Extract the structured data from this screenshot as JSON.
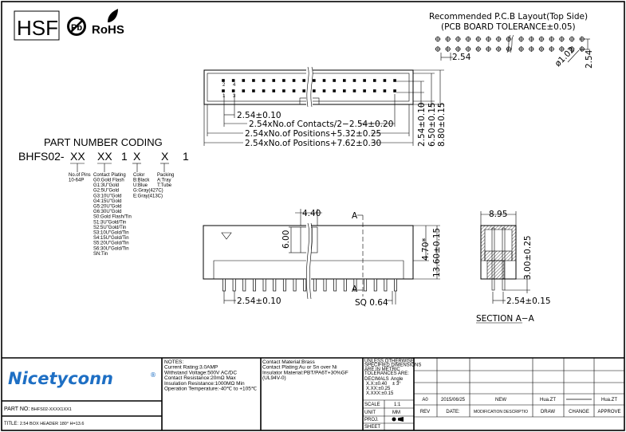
{
  "logos": {
    "hsf": "HSF",
    "pb": "Pb",
    "rohs": "RoHS",
    "brand": "Nicetyconn",
    "brand_color": "#1e6fc4"
  },
  "part_coding": {
    "title": "PART NUMBER CODING",
    "code": [
      "BHFS02-",
      "XX",
      "XX",
      "1",
      "X",
      "X",
      "1"
    ],
    "pins": {
      "title": "No.of Pins",
      "values": [
        "10-64P"
      ]
    },
    "plating": {
      "title": "Contact Plating",
      "values": [
        "G0:Gold Flash",
        "G1:3U\"Gold",
        "G2:5U\"Gold",
        "G3:10U\"Gold",
        "G4:15U\"Gold",
        "G5:20U\"Gold",
        "G6:30U\"Gold",
        "S0:Gold Flash/Tin",
        "S1:3U\"Gold/Tin",
        "S2:5U\"Gold/Tin",
        "S3:10U\"Gold/Tin",
        "S4:15U\"Gold/Tin",
        "S5:20U\"Gold/Tin",
        "S6:30U\"Gold/Tin",
        "SN:Tin"
      ]
    },
    "color": {
      "title": "Color",
      "values": [
        "B:Black",
        "U:Blue",
        "G:Gray(427C)",
        "E:Gray(413C)"
      ]
    },
    "packing": {
      "title": "Packing",
      "values": [
        "A:Tray",
        "T:Tube"
      ]
    }
  },
  "pcb": {
    "title": "Recommended P.C.B Layout(Top Side)",
    "tolerance": "(PCB BOARD TOLERANCE±0.05)",
    "pitch": "2.54",
    "hole": "ø1.02",
    "row_pitch": "2.54"
  },
  "top_view": {
    "pitch": "2.54±0.10",
    "contacts": "2.54xNo.of Contacts/2−2.54±0.20",
    "pos1": "2.54xNo.of Positions+5.32±0.25",
    "pos2": "2.54xNo.of Positions+7.62±0.30",
    "v1": "2.54±0.10",
    "v2": "6.50±0.15",
    "v3": "8.80±0.15",
    "pin1": "1",
    "pin2": "2",
    "pin3": "3",
    "pin4": "4"
  },
  "front_view": {
    "slot_w": "4.40",
    "slot_h": "6.00",
    "height1": "4.70*",
    "height2": "13.60±0.15",
    "pitch": "2.54±0.10",
    "sq": "SQ  0.64",
    "sec_a": "A"
  },
  "section": {
    "width": "8.95",
    "tail": "3.00±0.25",
    "pitch": "2.54±0.15",
    "label": "SECTION  A−A"
  },
  "title_block": {
    "notes": [
      "NOTES:",
      "Current Rating:3.0AMP",
      "Withstand Voltage:500V AC/DC",
      "Contact Resistance:20mΩ Max",
      "Insulation Resistance:1000MΩ Min",
      "Operation Temperature:-40℃ to +105℃"
    ],
    "material": [
      "Contact Material:Brass",
      "Contact Plating:Au or Sn over Ni",
      "Insulator Material:PBT/PA6T+30%GF",
      "(UL94V-0)"
    ],
    "tolerance": [
      "UNLESS OTHERWISE",
      "SPECIFIED DIMENSIONS",
      "ARE IN METRIC",
      "TOLERANCES  ARE:"
    ],
    "decimals_label": "DECIMALS",
    "angle_label": "Angle",
    "angle_val": "± 3°",
    "decimals": [
      "X.X:±0.40",
      "X.XX:±0.25",
      "X.XXX:±0.15"
    ],
    "scale_label": "SCALE",
    "scale": "1:1",
    "unit_label": "UNIT",
    "unit": "MM",
    "proj_label": "PROJ.",
    "sheet_label": "SHEET",
    "part_no_label": "PART NO:",
    "part_no": "BHFS02-XXXX1XX1",
    "title_label": "TITLE:",
    "title": "2.54 BOX HEADER  180° H=13.6",
    "rev_row": {
      "rev": "A0",
      "date": "2015/06/25",
      "desc": "NEW",
      "draw": "Hua.ZT",
      "change": "——",
      "approve": "Hua.ZT"
    },
    "rev_headers": {
      "rev": "REV",
      "date": "DATE:",
      "desc": "MODIFICATION DESCRIPTIO",
      "draw": "DRAW",
      "change": "CHANGE",
      "approve": "APPROVE"
    }
  }
}
